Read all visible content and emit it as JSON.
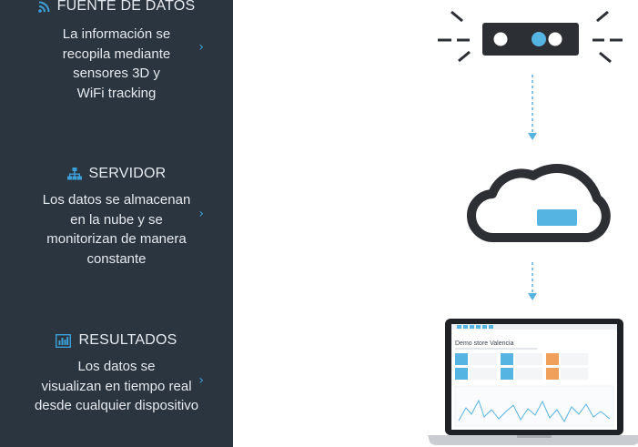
{
  "sections": [
    {
      "title": "FUENTE DE DATOS",
      "icon": "rss-icon",
      "lines": [
        "La información se",
        "recopila mediante",
        "sensores 3D y",
        "WiFi tracking"
      ]
    },
    {
      "title": "SERVIDOR",
      "icon": "network-icon",
      "lines": [
        "Los datos se almacenan",
        "en la nube y se",
        "monitorizan de manera",
        "constante"
      ]
    },
    {
      "title": "RESULTADOS",
      "icon": "chart-icon",
      "lines": [
        "Los datos se",
        "visualizan en tiempo real",
        "desde cualquier dispositivo"
      ]
    }
  ],
  "chevron": "›",
  "laptop": {
    "dashboard_title": "Demo store Valencia"
  },
  "colors": {
    "sidebar_bg": "#2b3540",
    "accent": "#3d9fd8",
    "arrow": "#56b4e3",
    "dark_shape": "#2c3035"
  }
}
